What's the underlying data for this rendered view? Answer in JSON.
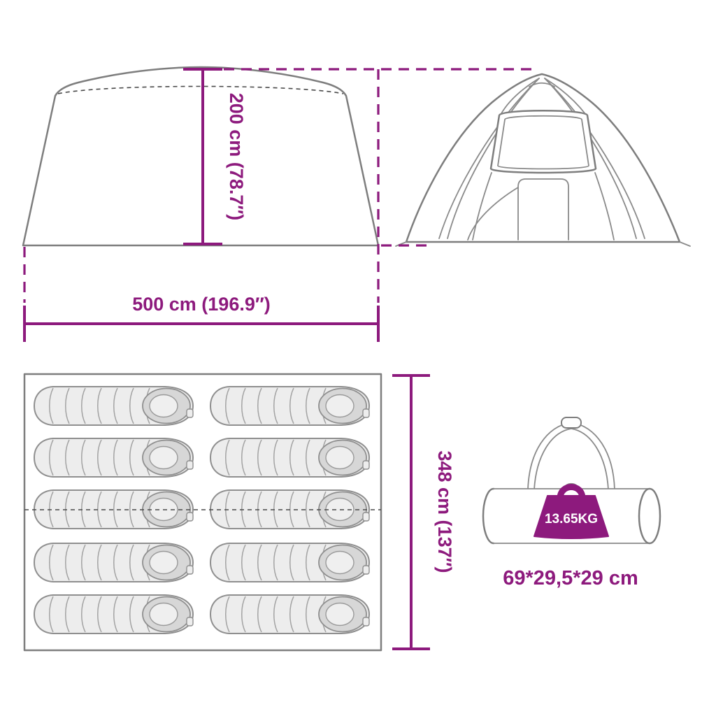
{
  "colors": {
    "accent": "#8D1A7D",
    "line_gray": "#7E7E7E",
    "fill_light": "#EDEDED"
  },
  "dimensions": {
    "height_label": "200 cm (78.7″)",
    "width_label": "500 cm (196.9″)",
    "depth_label": "348 cm (137″)",
    "carry_bag_size_label": "69*29,5*29 cm",
    "weight_label": "13.65KG"
  },
  "illustrations": {
    "tent_side_view": "tent-side-view-icon",
    "tent_front_view": "tent-front-view-icon",
    "floor_plan": "floor-plan-icon",
    "sleeping_bag_count": 10,
    "carry_bag": "carry-bag-icon",
    "weight_badge": "weight-badge-icon"
  }
}
